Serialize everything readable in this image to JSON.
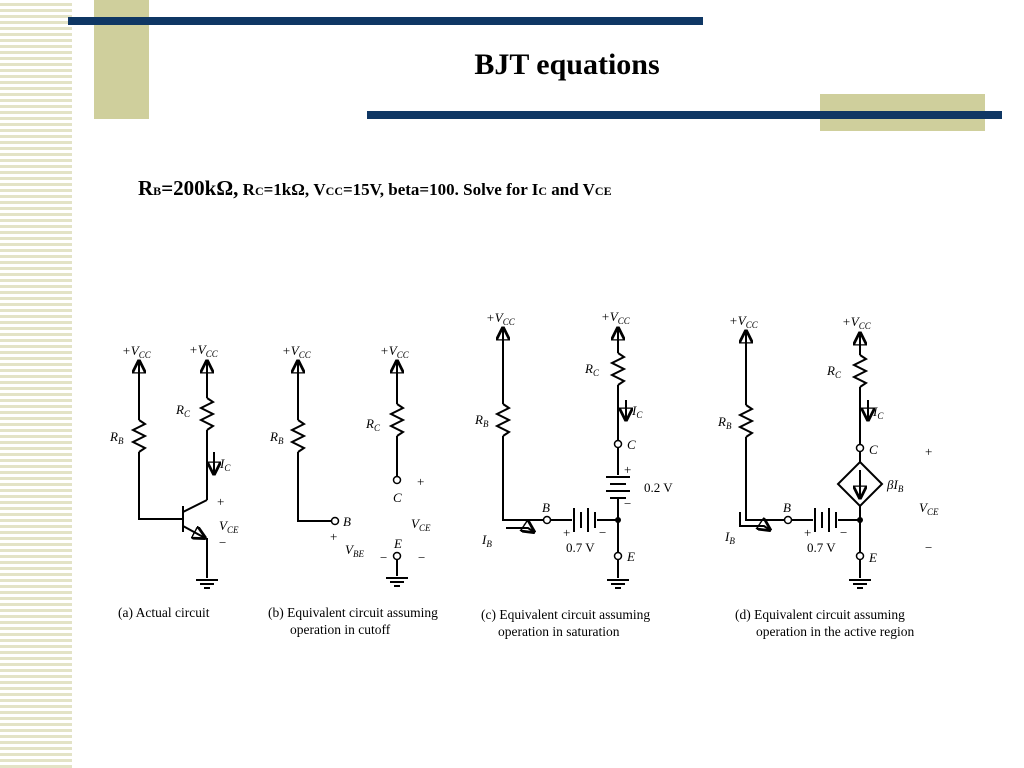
{
  "slide": {
    "title": "BJT equations",
    "problem": {
      "rb_main": "R",
      "rb_sub": "B",
      "rb_value": "=200kΩ,",
      "rc_main": "R",
      "rc_sub": "C",
      "rc_value": "=1kΩ,",
      "vcc_main": "V",
      "vcc_sub": "CC",
      "vcc_value": "=15V, beta=100. Solve for I",
      "ic_sub": "C",
      "and_text": " and V",
      "vce_sub": "CE"
    }
  },
  "diagram": {
    "labels": {
      "plus_v": "+V",
      "v": "V",
      "r": "R",
      "i": "I",
      "cc": "CC",
      "b": "B",
      "c": "C",
      "e": "E",
      "ce": "CE",
      "be": "BE",
      "plus": "+",
      "minus": "−",
      "v07": "0.7 V",
      "v02": "0.2 V",
      "beta_i": "βI"
    },
    "captions": {
      "a": "(a) Actual circuit",
      "b1": "(b) Equivalent circuit assuming",
      "b2": "operation in cutoff",
      "c1": "(c) Equivalent circuit assuming",
      "c2": "operation in saturation",
      "d1": "(d) Equivalent circuit assuming",
      "d2": "operation in the active region"
    }
  }
}
